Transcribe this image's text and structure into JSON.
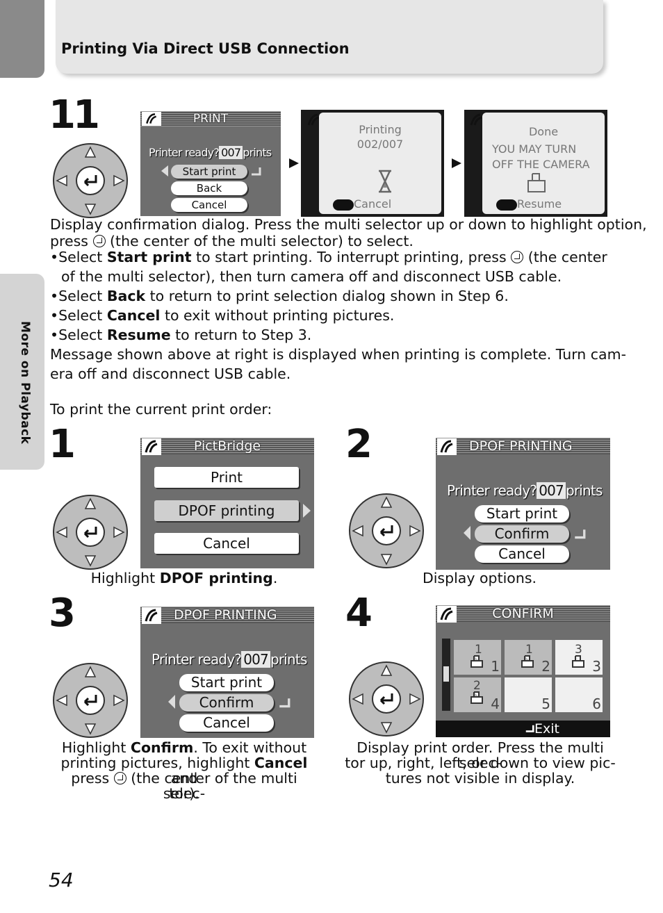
{
  "header": {
    "title": "Printing Via Direct USB Connection"
  },
  "side_tab": {
    "label": "More on Playback"
  },
  "page_number": "54",
  "step11": {
    "number": "11",
    "screen_print": {
      "title": "PRINT",
      "ready_text": "Printer ready?",
      "count": "007",
      "count_unit": "prints",
      "options": [
        "Start print",
        "Back",
        "Cancel"
      ]
    },
    "screen_printing": {
      "line1": "Printing",
      "line2": "002/007",
      "cancel_label": "Cancel"
    },
    "screen_done": {
      "line1": "Done",
      "line2": "YOU MAY TURN",
      "line3": "OFF THE CAMERA",
      "resume_label": "Resume"
    },
    "desc1": "Display confirmation dialog. Press the multi selector up or down to highlight option,",
    "desc2a": "press",
    "desc2b": "(the center of the multi selector) to select.",
    "bullets": [
      {
        "pre": "Select ",
        "bold": "Start print",
        "post": " to start printing. To interrupt printing, press"
      },
      {
        "pre": "Select ",
        "bold": "Back",
        "post": " to return to print selection dialog shown in Step 6."
      },
      {
        "pre": "Select ",
        "bold": "Cancel",
        "post": " to exit without printing pictures."
      },
      {
        "pre": "Select ",
        "bold": "Resume",
        "post": " to return to Step 3."
      }
    ],
    "bullet1_tail": "(the center",
    "bullet1_line2": "of the multi selector), then turn camera off and disconnect USB cable.",
    "message1": "Message shown above at right is displayed when printing is complete. Turn cam-",
    "message2": "era off and disconnect USB cable."
  },
  "intro": "To print the current print order:",
  "step1": {
    "number": "1",
    "screen_title": "PictBridge",
    "options": [
      "Print",
      "DPOF printing",
      "Cancel"
    ],
    "caption_pre": "Highlight ",
    "caption_bold": "DPOF printing",
    "caption_post": "."
  },
  "step2": {
    "number": "2",
    "screen_title": "DPOF PRINTING",
    "ready_text": "Printer ready?",
    "count": "007",
    "count_unit": "prints",
    "options": [
      "Start print",
      "Confirm",
      "Cancel"
    ],
    "caption": "Display options."
  },
  "step3": {
    "number": "3",
    "screen_title": "DPOF PRINTING",
    "ready_text": "Printer ready?",
    "count": "007",
    "count_unit": "prints",
    "options": [
      "Start print",
      "Confirm",
      "Cancel"
    ],
    "caption_l1_pre": "Highlight ",
    "caption_l1_bold": "Confirm",
    "caption_l1_post": ". To exit without",
    "caption_l2_pre": "printing pictures, highlight ",
    "caption_l2_bold": "Cancel",
    "caption_l2_post": " and",
    "caption_l3_pre": "press",
    "caption_l3_post": "(the center of the multi selec-",
    "caption_l4": "tor)."
  },
  "step4": {
    "number": "4",
    "screen_title": "CONFIRM",
    "thumb_labels": [
      "1",
      "2",
      "3",
      "4",
      "5",
      "6"
    ],
    "thumb_marks": [
      "1",
      "1",
      "3",
      "2"
    ],
    "exit_label": "Exit",
    "caption_l1": "Display print order.  Press the multi selec-",
    "caption_l2": "tor up, right, left, or down to view pic-",
    "caption_l3": "tures not visible in display."
  },
  "colors": {
    "screen_bg": "#6e6e6e",
    "header_bg": "#e6e6e6",
    "side_tab_bg": "#d4d4d4",
    "lcd_bg": "#ececec"
  }
}
